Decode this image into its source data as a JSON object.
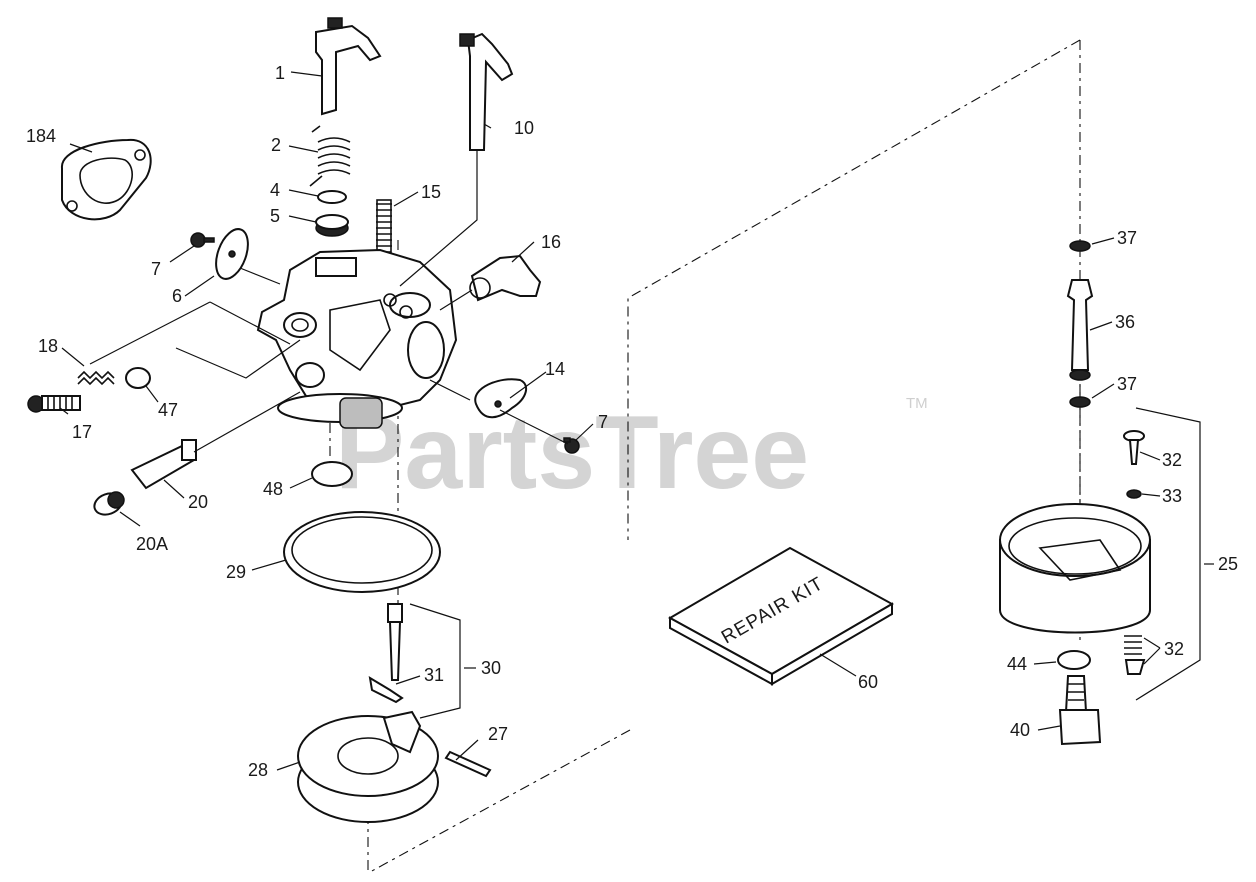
{
  "watermark": {
    "text": "PartsTree",
    "trademark": "TM"
  },
  "repair_kit_text": "REPAIR KIT",
  "callouts": [
    {
      "id": "c1",
      "text": "1"
    },
    {
      "id": "c2",
      "text": "2"
    },
    {
      "id": "c4",
      "text": "4"
    },
    {
      "id": "c5",
      "text": "5"
    },
    {
      "id": "c6",
      "text": "6"
    },
    {
      "id": "c7a",
      "text": "7"
    },
    {
      "id": "c7b",
      "text": "7"
    },
    {
      "id": "c10",
      "text": "10"
    },
    {
      "id": "c14",
      "text": "14"
    },
    {
      "id": "c15",
      "text": "15"
    },
    {
      "id": "c16",
      "text": "16"
    },
    {
      "id": "c17",
      "text": "17"
    },
    {
      "id": "c18",
      "text": "18"
    },
    {
      "id": "c20",
      "text": "20"
    },
    {
      "id": "c20a",
      "text": "20A"
    },
    {
      "id": "c25",
      "text": "25"
    },
    {
      "id": "c27",
      "text": "27"
    },
    {
      "id": "c28",
      "text": "28"
    },
    {
      "id": "c29",
      "text": "29"
    },
    {
      "id": "c30",
      "text": "30"
    },
    {
      "id": "c31",
      "text": "31"
    },
    {
      "id": "c32a",
      "text": "32"
    },
    {
      "id": "c32b",
      "text": "32"
    },
    {
      "id": "c33",
      "text": "33"
    },
    {
      "id": "c36",
      "text": "36"
    },
    {
      "id": "c37a",
      "text": "37"
    },
    {
      "id": "c37b",
      "text": "37"
    },
    {
      "id": "c40",
      "text": "40"
    },
    {
      "id": "c44",
      "text": "44"
    },
    {
      "id": "c47",
      "text": "47"
    },
    {
      "id": "c48",
      "text": "48"
    },
    {
      "id": "c60",
      "text": "60"
    },
    {
      "id": "c184",
      "text": "184"
    }
  ]
}
